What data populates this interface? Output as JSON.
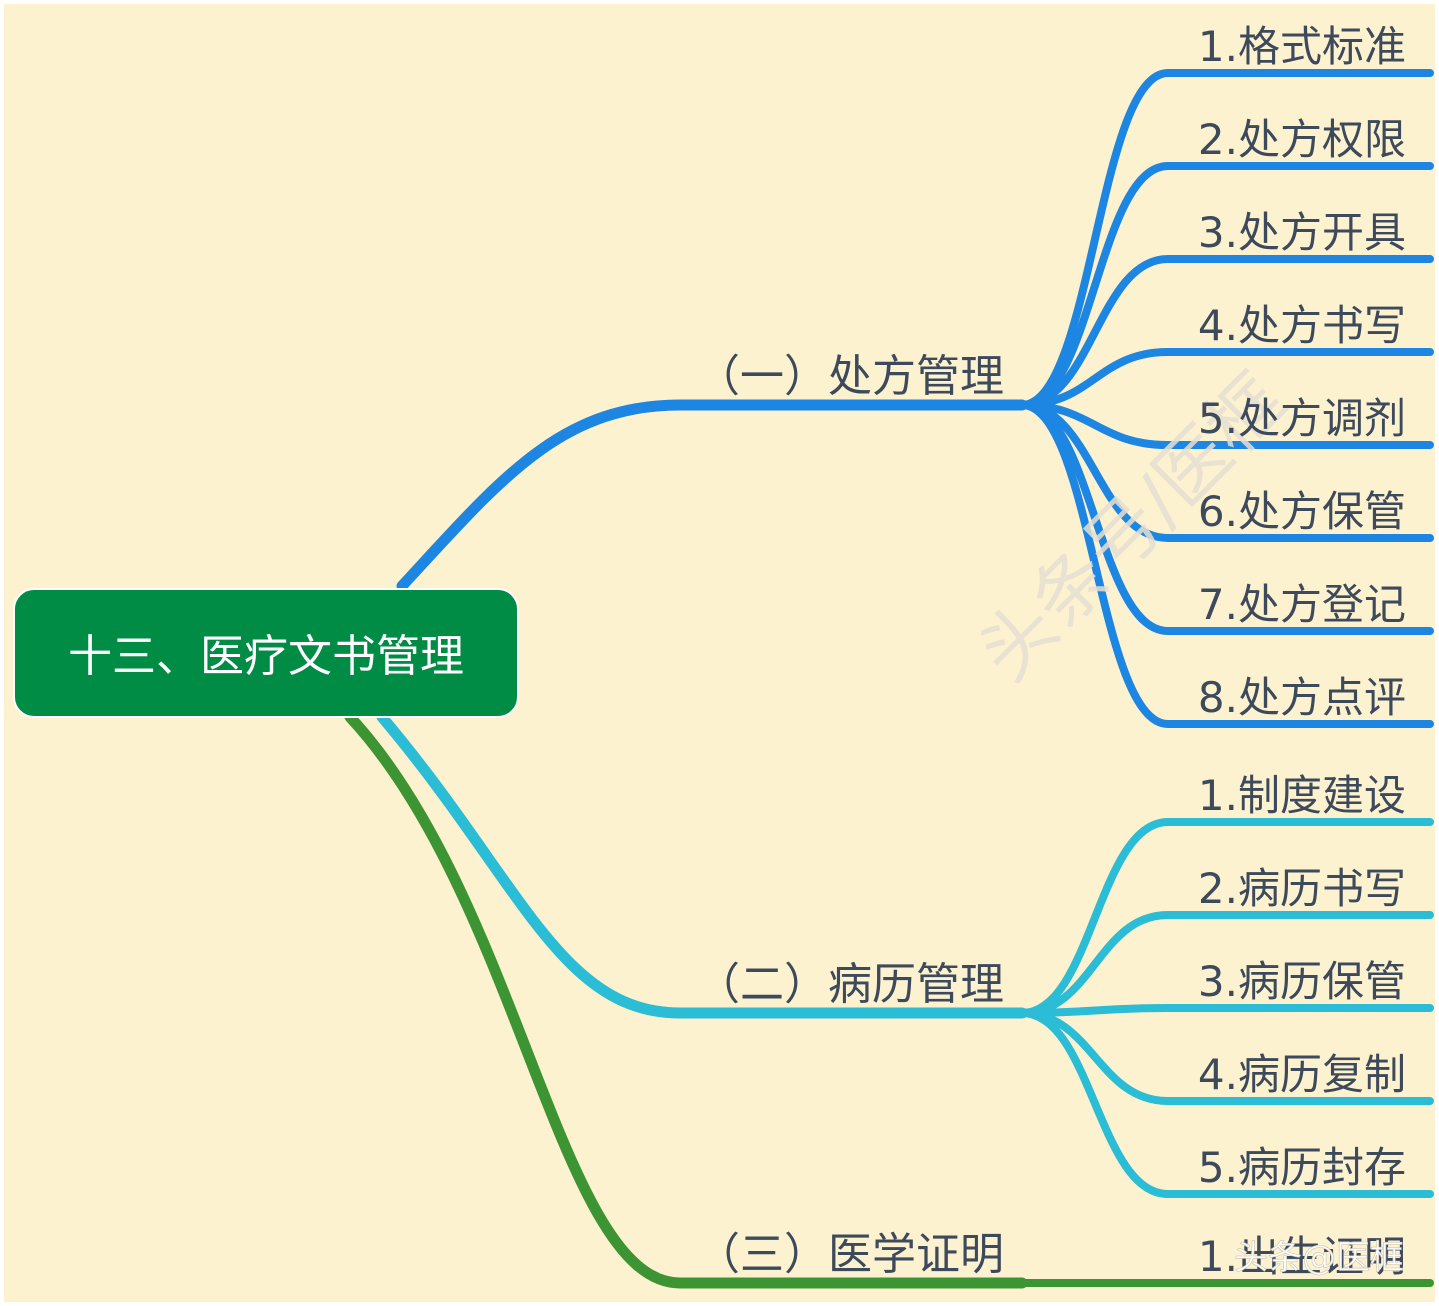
{
  "root": {
    "label": "十三、医疗文书管理"
  },
  "branches": [
    {
      "label": "（一）处方管理",
      "color": "#1c86e2",
      "children": [
        "1.格式标准",
        "2.处方权限",
        "3.处方开具",
        "4.处方书写",
        "5.处方调剂",
        "6.处方保管",
        "7.处方登记",
        "8.处方点评"
      ]
    },
    {
      "label": "（二）病历管理",
      "color": "#2bbcd6",
      "children": [
        "1.制度建设",
        "2.病历书写",
        "3.病历保管",
        "4.病历复制",
        "5.病历封存"
      ]
    },
    {
      "label": "（三）医学证明",
      "color": "#3c9532",
      "children": [
        "1.出生证明"
      ]
    }
  ],
  "watermark": {
    "diagonal": "头条号/医框",
    "corner": "头条@医框"
  },
  "colors": {
    "background": "#fdf2cf",
    "root_fill": "#008c45",
    "text": "#3d4a5c",
    "watermark_diagonal": "#e6dfd2",
    "watermark_corner": "#ffffff"
  }
}
